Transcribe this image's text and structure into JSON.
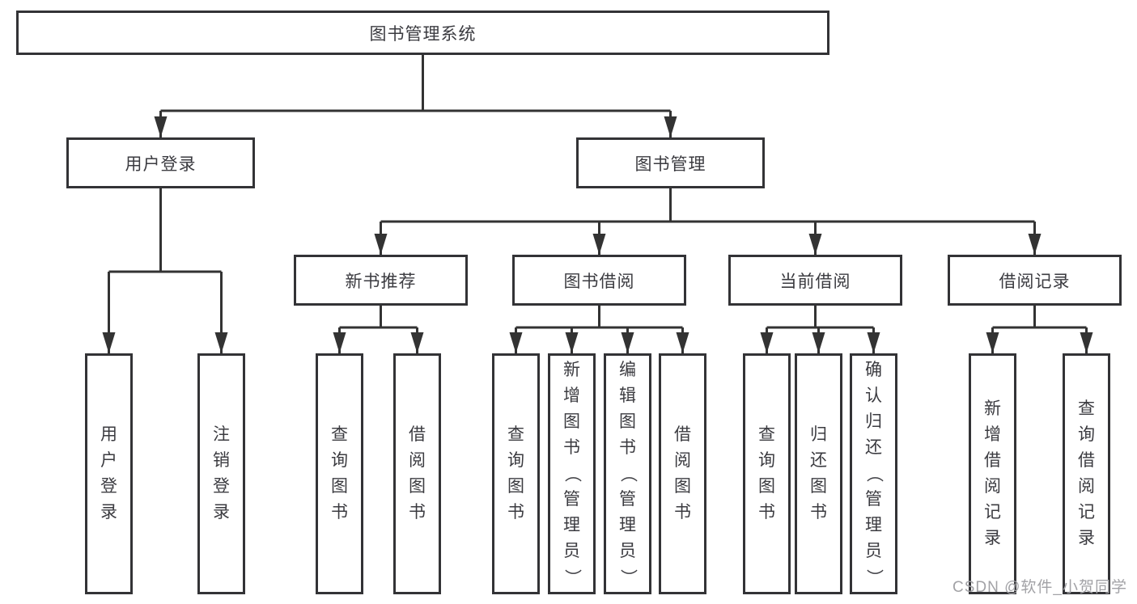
{
  "diagram": {
    "type": "tree",
    "root": {
      "label": "图书管理系统",
      "children": [
        {
          "label": "用户登录",
          "children": [
            {
              "label": "用户登录"
            },
            {
              "label": "注销登录"
            }
          ]
        },
        {
          "label": "图书管理",
          "children": [
            {
              "label": "新书推荐",
              "children": [
                {
                  "label": "查询图书"
                },
                {
                  "label": "借阅图书"
                }
              ]
            },
            {
              "label": "图书借阅",
              "children": [
                {
                  "label": "查询图书"
                },
                {
                  "label": "新增图书（管理员）"
                },
                {
                  "label": "编辑图书（管理员）"
                },
                {
                  "label": "借阅图书"
                }
              ]
            },
            {
              "label": "当前借阅",
              "children": [
                {
                  "label": "查询图书"
                },
                {
                  "label": "归还图书"
                },
                {
                  "label": "确认归还（管理员）"
                }
              ]
            },
            {
              "label": "借阅记录",
              "children": [
                {
                  "label": "新增借阅记录"
                },
                {
                  "label": "查询借阅记录"
                }
              ]
            }
          ]
        }
      ]
    },
    "colors": {
      "line": "#333333",
      "box_border": "#333336",
      "text": "#3b3b40",
      "watermark": "#a2a2a6",
      "background": "#ffffff"
    }
  },
  "watermark": "CSDN @软件_小贺同学"
}
